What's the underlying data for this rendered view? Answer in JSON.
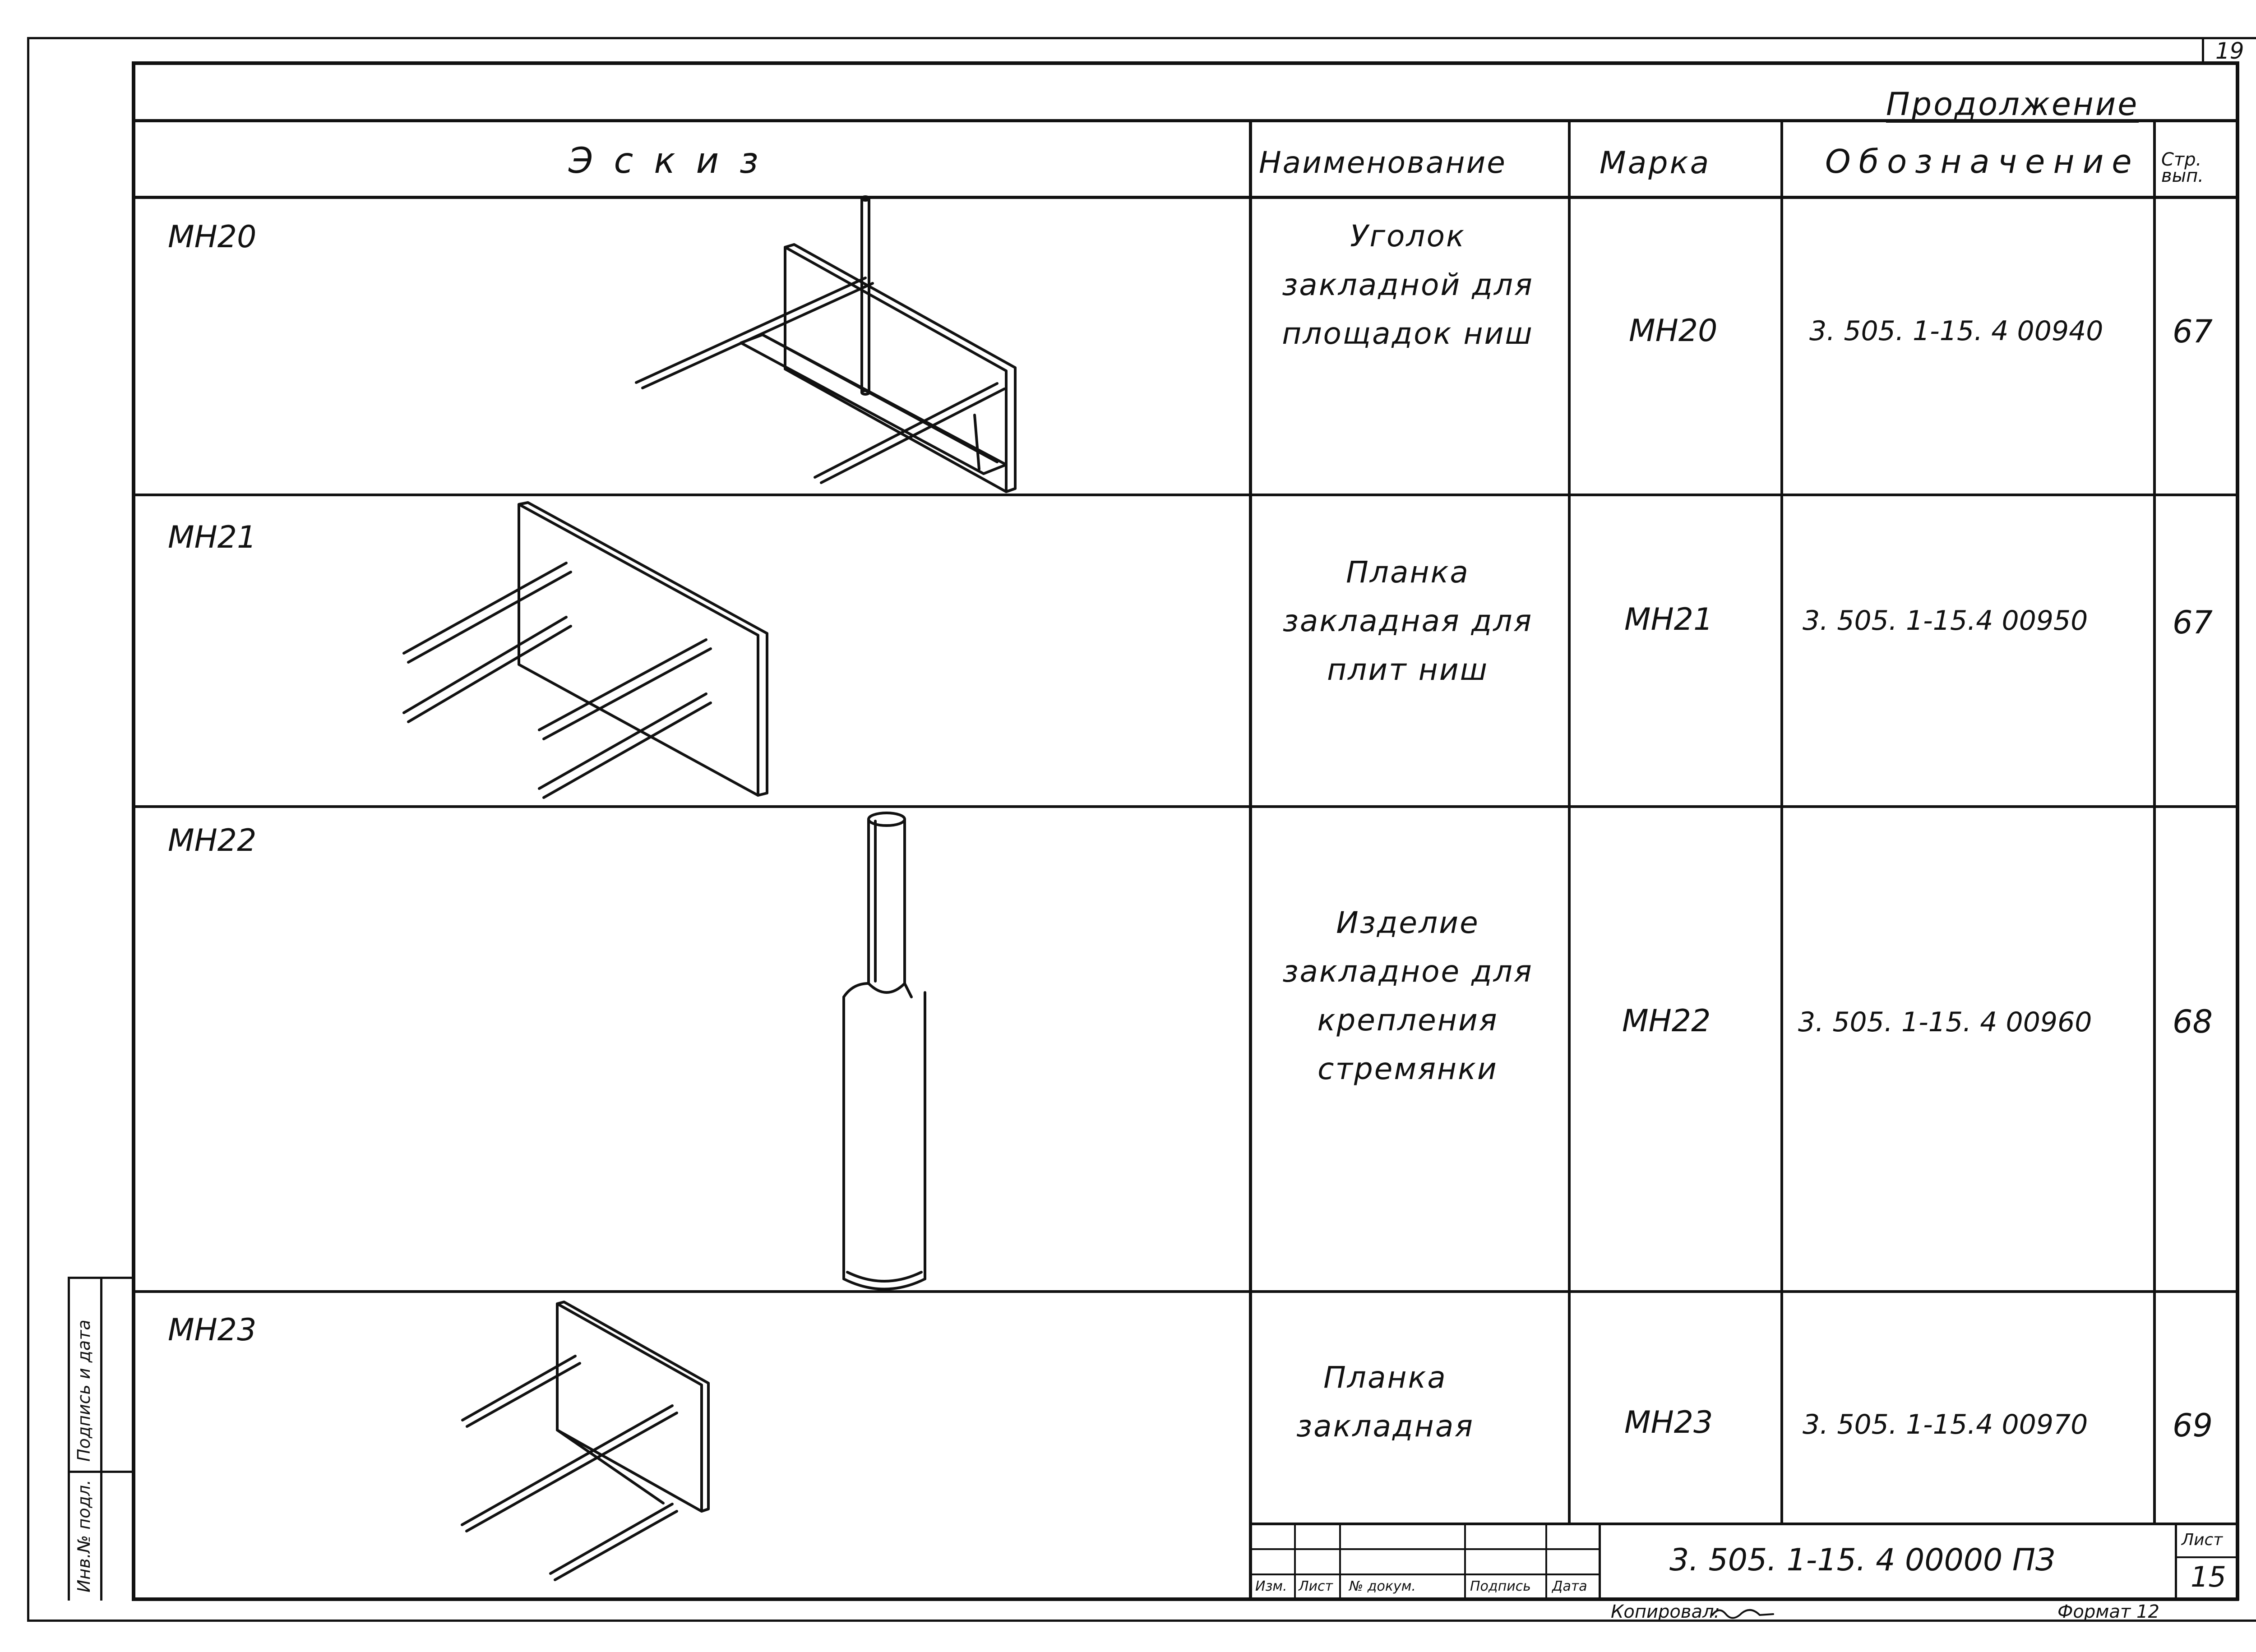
{
  "sheet_number_top": "19",
  "continuation": "Продолжение",
  "headers": {
    "sketch": "Эскиз",
    "name": "Наименование",
    "mark": "Марка",
    "designation": "Обозначение",
    "page": "Стр. вып."
  },
  "rows": [
    {
      "sketch_label": "МН20",
      "name": "Уголок закладной для площадок ниш",
      "mark": "МН20",
      "designation": "3. 505. 1-15. 4  00940",
      "page": "67"
    },
    {
      "sketch_label": "МН21",
      "name": "Планка закладная для плит ниш",
      "mark": "МН21",
      "designation": "3. 505. 1-15.4  00950",
      "page": "67"
    },
    {
      "sketch_label": "МН22",
      "name": "Изделие закладное для крепления стремянки",
      "mark": "МН22",
      "designation": "3. 505. 1-15. 4  00960",
      "page": "68"
    },
    {
      "sketch_label": "МН23",
      "name": "Планка закладная",
      "mark": "МН23",
      "designation": "3. 505. 1-15.4  00970",
      "page": "69"
    }
  ],
  "stamp": {
    "doc_code": "3. 505. 1-15. 4   00000 ПЗ",
    "sheet_label": "Лист",
    "sheet_value": "15",
    "cols": [
      "Изм.",
      "Лист",
      "№ докум.",
      "Подпись",
      "Дата"
    ]
  },
  "side": {
    "signature": "Подпись и дата",
    "inventory": "Инв.№ подл."
  },
  "footer": {
    "copied": "Копировал:",
    "format": "Формат 12"
  }
}
